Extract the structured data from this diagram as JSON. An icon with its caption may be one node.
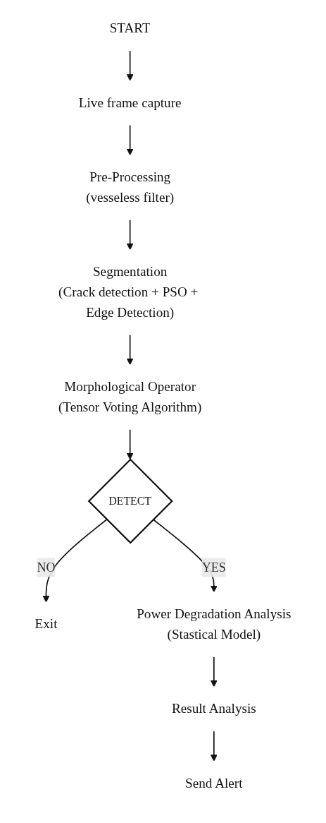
{
  "diagram": {
    "nodes": [
      {
        "text": [
          "START"
        ]
      },
      {
        "text": [
          "Live frame capture"
        ]
      },
      {
        "text": [
          "Pre-Processing",
          "(vesseless filter)"
        ]
      },
      {
        "text": [
          "Segmentation",
          "(Crack detection + PSO + Edge Detection)"
        ]
      },
      {
        "text": [
          "Morphological Operator",
          "(Tensor Voting Algorithm)"
        ]
      },
      {
        "text": [
          "DETECT"
        ]
      },
      {
        "text": [
          "Exit"
        ]
      },
      {
        "text": [
          "Power Degradation Analysis",
          "(Stastical Model)"
        ]
      },
      {
        "text": [
          "Result Analysis"
        ]
      },
      {
        "text": [
          "Send Alert"
        ]
      }
    ],
    "edges": [
      {
        "from": 0,
        "to": 1,
        "arrow": "to"
      },
      {
        "from": 1,
        "to": 2,
        "arrow": "to"
      },
      {
        "from": 2,
        "to": 3,
        "arrow": "to"
      },
      {
        "from": 3,
        "to": 4,
        "arrow": "to"
      },
      {
        "from": 4,
        "to": 5,
        "arrow": "to"
      },
      {
        "from": 5,
        "to": 6,
        "label": "NO",
        "arrow": "to"
      },
      {
        "from": 5,
        "to": 7,
        "label": "YES",
        "arrow": "to"
      },
      {
        "from": 7,
        "to": 8,
        "arrow": "to"
      },
      {
        "from": 8,
        "to": 9,
        "arrow": "to"
      }
    ]
  }
}
